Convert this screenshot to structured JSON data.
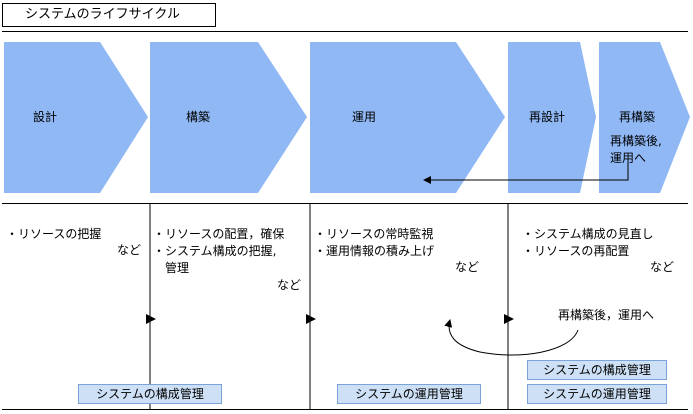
{
  "title": "システムのライフサイクル",
  "stages": [
    {
      "label": "設計"
    },
    {
      "label": "構築"
    },
    {
      "label": "運用"
    },
    {
      "label": "再設計"
    },
    {
      "label": "再構築"
    }
  ],
  "reconstruct_note": [
    "再構築後,",
    "運用へ"
  ],
  "stage_items": [
    {
      "lines": [
        "・リソースの把握"
      ],
      "suffix": "など"
    },
    {
      "lines": [
        "・リソースの配置，確保",
        "・システム構成の把握,",
        "　管理"
      ],
      "suffix": "など"
    },
    {
      "lines": [
        "・リソースの常時監視",
        "・運用情報の積み上げ"
      ],
      "suffix": "など"
    },
    {
      "lines": [
        "・システム構成の見直し",
        "・リソースの再配置"
      ],
      "suffix": "など"
    }
  ],
  "lower_note": "再構築後，運用へ",
  "tags": {
    "config_mgmt": "システムの構成管理",
    "ops_mgmt": "システムの運用管理",
    "config_mgmt_2": "システムの構成管理",
    "ops_mgmt_2": "システムの運用管理"
  },
  "colors": {
    "arrow_fill": "#8fb8f5",
    "tag_fill": "#cde0f6"
  }
}
